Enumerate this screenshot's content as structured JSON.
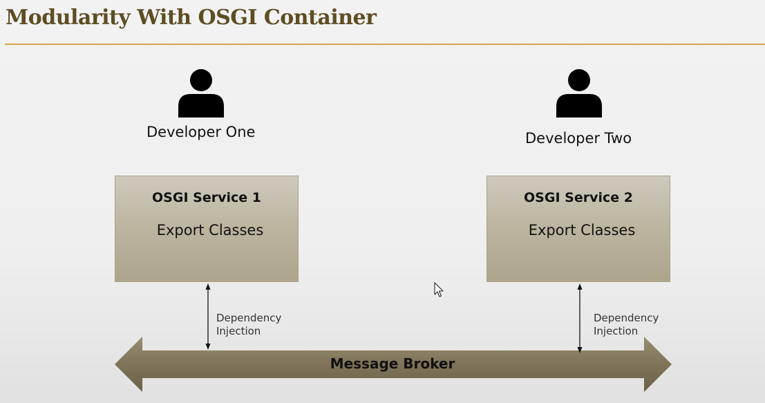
{
  "title": "Modularity With OSGI Container",
  "developers": [
    {
      "label": "Developer One",
      "icon": "person-icon"
    },
    {
      "label": "Developer Two",
      "icon": "person-icon"
    }
  ],
  "services": [
    {
      "title": "OSGI Service 1",
      "subtitle": "Export Classes"
    },
    {
      "title": "OSGI Service 2",
      "subtitle": "Export Classes"
    }
  ],
  "connectors": [
    {
      "line1": "Dependency",
      "line2": "Injection"
    },
    {
      "line1": "Dependency",
      "line2": "Injection"
    }
  ],
  "broker": {
    "label": "Message Broker"
  },
  "colors": {
    "title": "#5e4d23",
    "rule": "#d7a24d",
    "box": "#bdb6a1",
    "broker": "#7a6f56"
  }
}
